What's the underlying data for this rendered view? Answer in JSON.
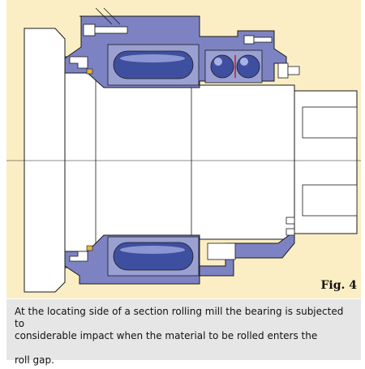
{
  "colors": {
    "background": "#fbeec4",
    "housing": "#7d83c2",
    "roller": "#3f4fa0",
    "shaft": "#ffffff",
    "outline": "#1a1a1a",
    "caption_bg": "#e6e6e6"
  },
  "figure": {
    "label": "Fig. 4"
  },
  "caption": {
    "line1": "At the locating side of a section rolling mill the bearing is subjected to",
    "line2": "considerable impact when the material to be rolled enters the",
    "line3": "roll gap."
  }
}
